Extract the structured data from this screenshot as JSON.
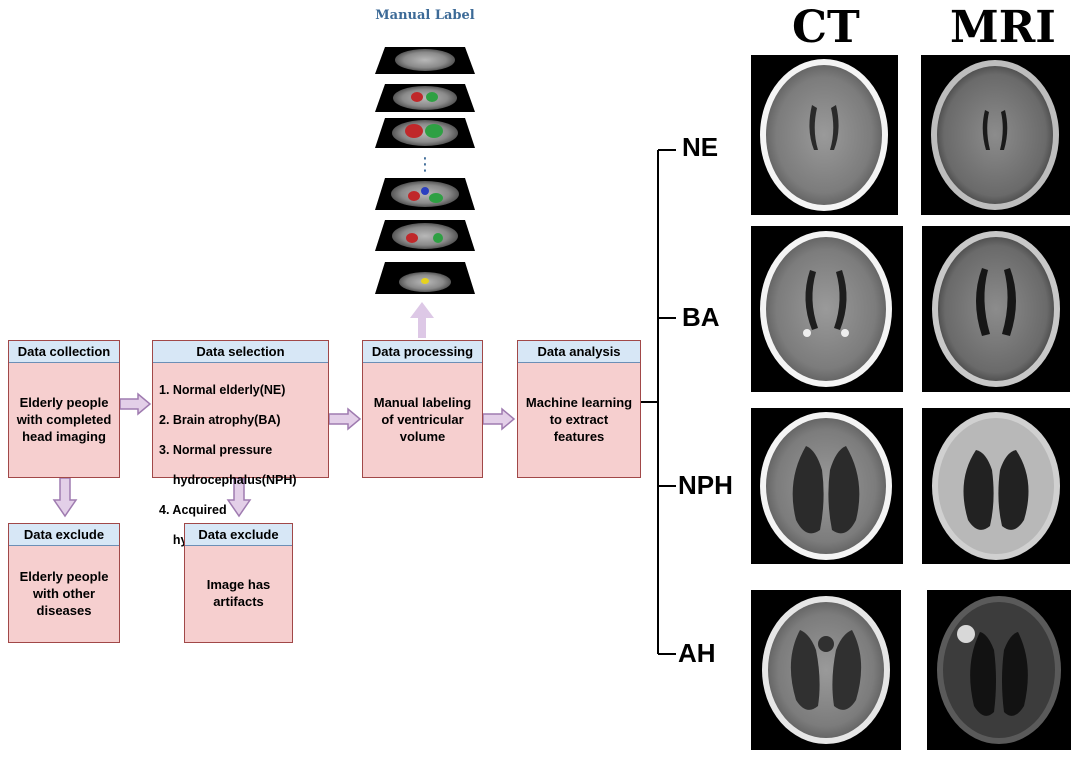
{
  "manual_label": {
    "title": "Manual Label",
    "ellipsis": "⋮"
  },
  "boxes": {
    "collection": {
      "title": "Data collection",
      "body": "Elderly people\nwith completed\nhead imaging"
    },
    "selection": {
      "title": "Data selection",
      "items": [
        "1. Normal elderly(NE)",
        "2. Brain atrophy(BA)",
        "3. Normal pressure",
        "    hydrocephalus(NPH)",
        "4. Acquired",
        "    hydrocephalus(AH)"
      ]
    },
    "processing": {
      "title": "Data processing",
      "body": "Manual labeling\nof ventricular\nvolume"
    },
    "analysis": {
      "title": "Data analysis",
      "body": "Machine learning\nto extract\nfeatures"
    },
    "exclude_1": {
      "title": "Data exclude",
      "body": "Elderly people\nwith other\ndiseases"
    },
    "exclude_2": {
      "title": "Data exclude",
      "body": "Image has\nartifacts"
    }
  },
  "columns": {
    "ct": "CT",
    "mri": "MRI"
  },
  "classes": [
    "NE",
    "BA",
    "NPH",
    "AH"
  ],
  "colors": {
    "box_fill": "#f6cfcf",
    "box_border": "#a14848",
    "title_fill": "#d7e7f6",
    "arrow_fill": "#e3cfe8",
    "arrow_stroke": "#9f7bb0",
    "label_red": "#c0282a",
    "label_green": "#2ea043",
    "label_blue": "#2a3fc0",
    "label_yellow": "#e6d21e"
  },
  "icons": [
    "brain-slice-icon",
    "ct-scan-icon",
    "mri-scan-icon",
    "arrow-right-icon",
    "arrow-down-icon",
    "arrow-up-icon"
  ]
}
